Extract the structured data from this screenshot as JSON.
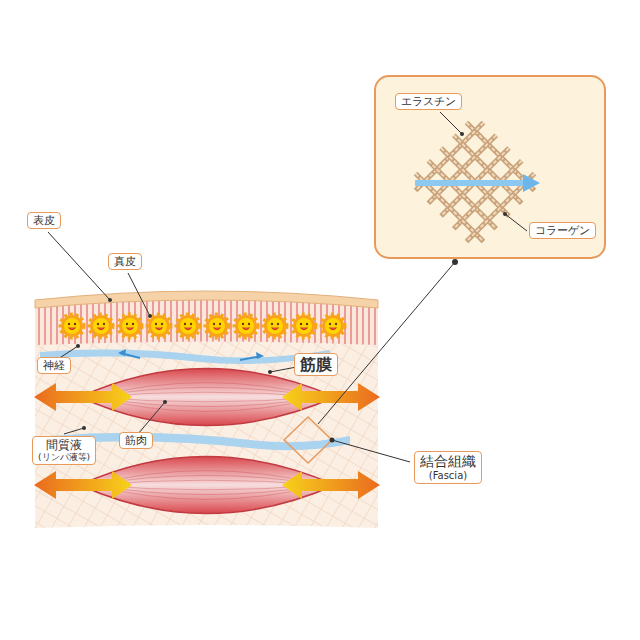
{
  "diagram": {
    "nodes": [
      {
        "text": [
          "エラスチン"
        ]
      },
      {
        "text": [
          "コラーゲン"
        ]
      },
      {
        "text": [
          "表皮"
        ]
      },
      {
        "text": [
          "真皮"
        ]
      },
      {
        "text": [
          "神経"
        ]
      },
      {
        "text": [
          "筋膜"
        ]
      },
      {
        "text": [
          "間質液",
          "(リンパ液等)"
        ]
      },
      {
        "text": [
          "筋肉"
        ]
      },
      {
        "text": [
          "結合組織",
          "(Fascia)"
        ]
      }
    ]
  }
}
